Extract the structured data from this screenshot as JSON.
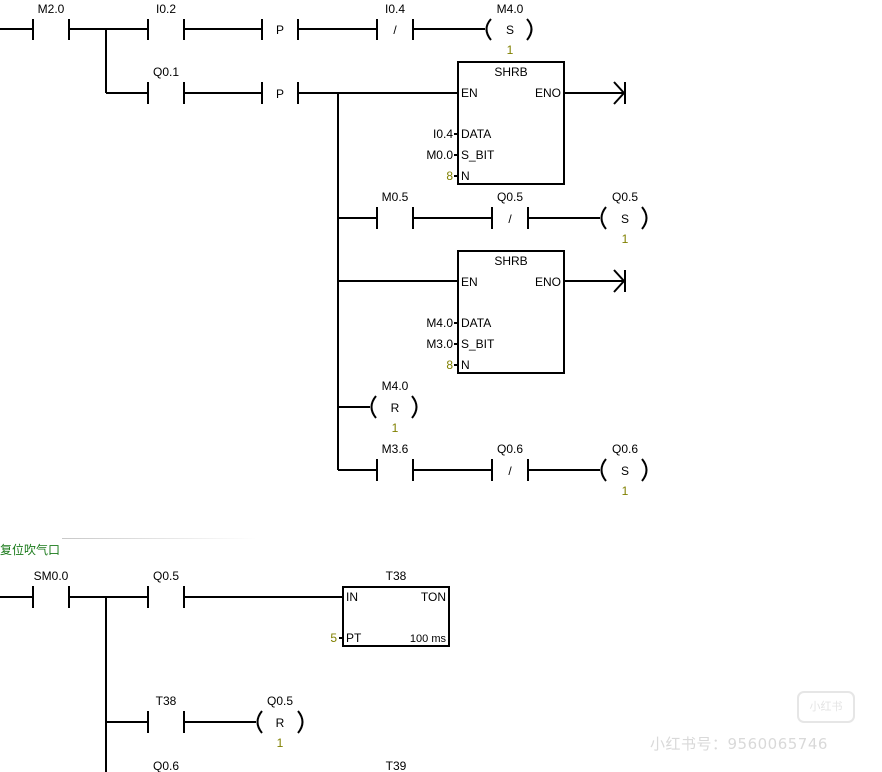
{
  "network1": {
    "rung1": {
      "contact1": "M2.0",
      "contact2": "I0.2",
      "edge": "P",
      "nc_contact": "I0.4",
      "nc_symbol": "/",
      "coil": {
        "address": "M4.0",
        "op": "S",
        "n": "1"
      }
    },
    "rung2": {
      "contact": "Q0.1",
      "edge": "P"
    },
    "shrb1": {
      "title": "SHRB",
      "en": "EN",
      "eno": "ENO",
      "data_label": "DATA",
      "sbit_label": "S_BIT",
      "n_label": "N",
      "data": "I0.4",
      "sbit": "M0.0",
      "n": "8"
    },
    "branch_q05": {
      "contact": "M0.5",
      "nc_contact": "Q0.5",
      "nc_symbol": "/",
      "coil": {
        "address": "Q0.5",
        "op": "S",
        "n": "1"
      }
    },
    "shrb2": {
      "title": "SHRB",
      "en": "EN",
      "eno": "ENO",
      "data_label": "DATA",
      "sbit_label": "S_BIT",
      "n_label": "N",
      "data": "M4.0",
      "sbit": "M3.0",
      "n": "8"
    },
    "reset_m40": {
      "address": "M4.0",
      "op": "R",
      "n": "1"
    },
    "branch_q06": {
      "contact": "M3.6",
      "nc_contact": "Q0.6",
      "nc_symbol": "/",
      "coil": {
        "address": "Q0.6",
        "op": "S",
        "n": "1"
      }
    }
  },
  "network2": {
    "comment": "复位吹气口",
    "rung1": {
      "contact1": "SM0.0",
      "contact2": "Q0.5"
    },
    "timer": {
      "name": "T38",
      "in_label": "IN",
      "type": "TON",
      "pt_label": "PT",
      "pt": "5",
      "base": "100 ms"
    },
    "rung2": {
      "contact": "T38",
      "coil": {
        "address": "Q0.5",
        "op": "R",
        "n": "1"
      }
    },
    "rung3": {
      "contact": "Q0.6",
      "timer": "T39"
    }
  },
  "watermark": "小红书号：9560065746",
  "watermark_logo": "小红书"
}
